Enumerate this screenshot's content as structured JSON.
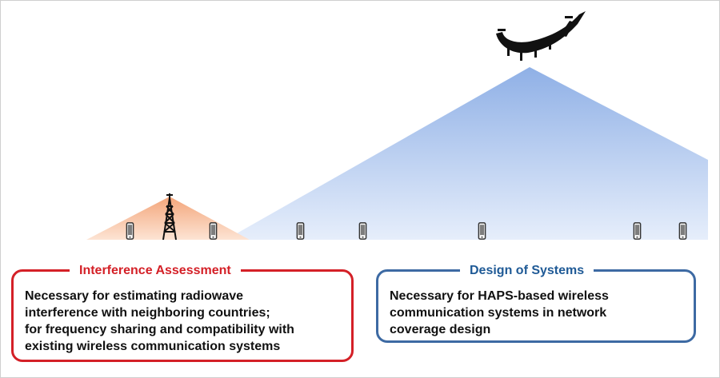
{
  "interference": {
    "title": "Interference Assessment",
    "text": "Necessary for estimating radiowave\ninterference with neighboring countries;\nfor frequency sharing and compatibility with\nexisting wireless communication systems"
  },
  "design": {
    "title": "Design of Systems",
    "text": "Necessary for HAPS-based wireless\ncommunication systems in network\ncoverage design"
  },
  "colors": {
    "interference_accent": "#d42027",
    "design_accent": "#3d6aa3",
    "haps_beam": "#8fb0e6",
    "tower_beam": "#f3a57a"
  },
  "icons": [
    "haps-aircraft-icon",
    "cell-tower-icon",
    "smartphone-icon"
  ]
}
